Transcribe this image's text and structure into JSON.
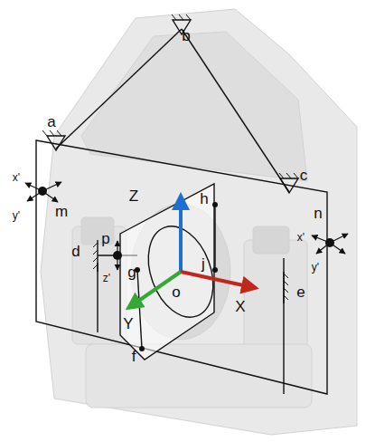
{
  "diagram": {
    "labels": [
      "b",
      "a",
      "c",
      "x'",
      "y'",
      "m",
      "x'",
      "y'",
      "n",
      "Z",
      "h",
      "p",
      "d",
      "z'",
      "g",
      "j",
      "o",
      "e",
      "Y",
      "X",
      "f"
    ]
  }
}
